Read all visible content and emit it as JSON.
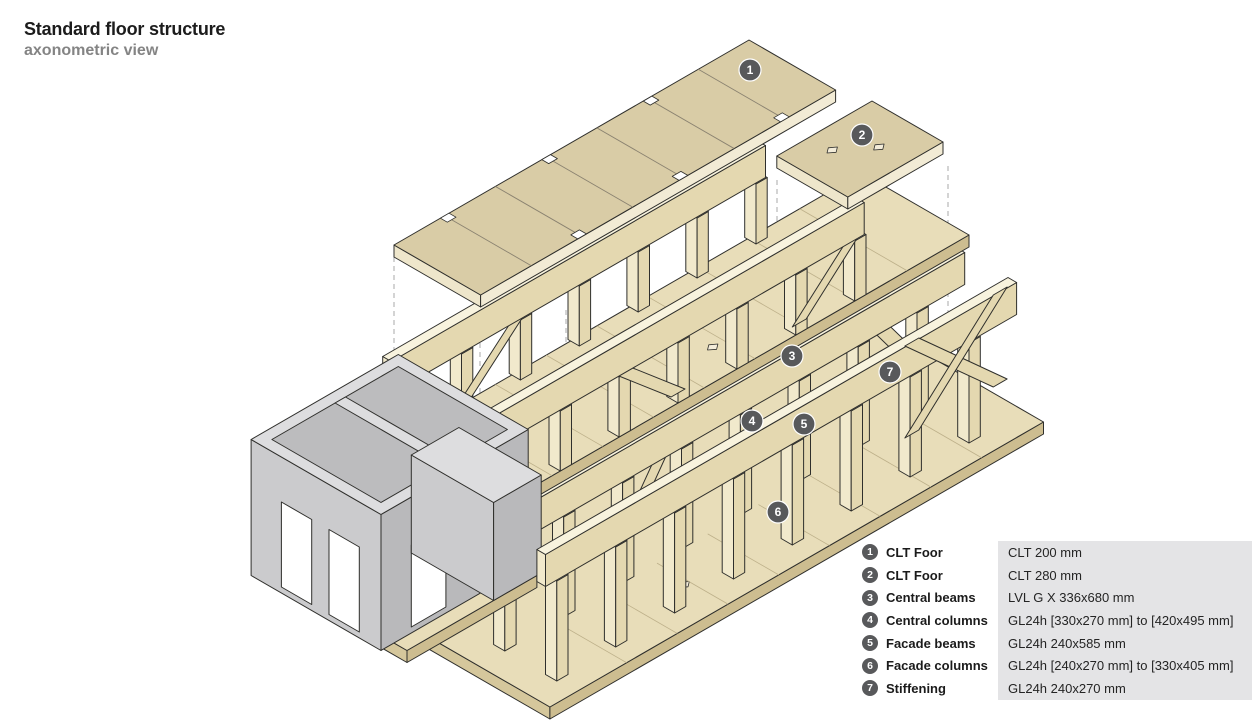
{
  "header": {
    "title": "Standard floor structure",
    "subtitle": "axonometric view"
  },
  "legend": {
    "items": [
      {
        "number": "1",
        "label": "CLT Foor",
        "spec": "CLT 200 mm"
      },
      {
        "number": "2",
        "label": "CLT Foor",
        "spec": "CLT 280 mm"
      },
      {
        "number": "3",
        "label": "Central beams",
        "spec": "LVL G X 336x680 mm"
      },
      {
        "number": "4",
        "label": "Central columns",
        "spec": "GL24h [330x270 mm] to [420x495 mm]"
      },
      {
        "number": "5",
        "label": "Facade beams",
        "spec": "GL24h 240x585 mm"
      },
      {
        "number": "6",
        "label": "Facade columns",
        "spec": "GL24h [240x270 mm] to [330x405 mm]"
      },
      {
        "number": "7",
        "label": "Stiffening",
        "spec": "GL24h 240x270 mm"
      }
    ]
  },
  "diagram": {
    "badge_numbers": [
      "1",
      "2",
      "3",
      "4",
      "5",
      "6",
      "7"
    ]
  },
  "colors": {
    "badge": "#58595b",
    "legend_panel": "#e4e4e6",
    "outline": "#2f2f2c",
    "dash": "#b8b8b8",
    "wood_top": "#f8f3de",
    "wood_left": "#f1e9cc",
    "wood_front": "#e4d8b0",
    "deck_top": "#e8ddb9",
    "deck_left": "#d5c79c",
    "deck_front": "#cdbd90",
    "panel_top": "#d9cca6",
    "panel_left": "#eee6cb",
    "panel_front": "#f2ebd5",
    "core_top": "#dddddf",
    "core_left": "#cbcbcd",
    "core_front": "#b9b9bb",
    "core_inner": "#bcbcbe"
  }
}
